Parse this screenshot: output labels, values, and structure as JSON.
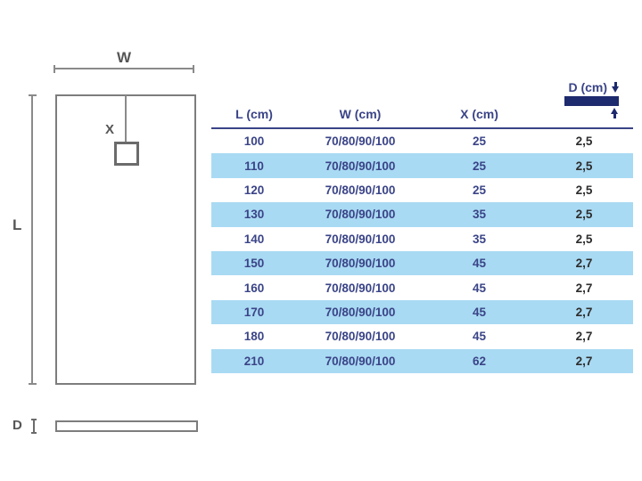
{
  "diagram": {
    "width_label": "W",
    "length_label": "L",
    "drain_offset_label": "X",
    "depth_label": "D"
  },
  "table": {
    "col_l_header": "L (cm)",
    "col_w_header": "W (cm)",
    "col_x_header": "X (cm)",
    "col_d_header": "D (cm)",
    "rows": [
      {
        "l": "100",
        "w": "70/80/90/100",
        "x": "25",
        "d": "2,5"
      },
      {
        "l": "110",
        "w": "70/80/90/100",
        "x": "25",
        "d": "2,5"
      },
      {
        "l": "120",
        "w": "70/80/90/100",
        "x": "25",
        "d": "2,5"
      },
      {
        "l": "130",
        "w": "70/80/90/100",
        "x": "35",
        "d": "2,5"
      },
      {
        "l": "140",
        "w": "70/80/90/100",
        "x": "35",
        "d": "2,5"
      },
      {
        "l": "150",
        "w": "70/80/90/100",
        "x": "45",
        "d": "2,7"
      },
      {
        "l": "160",
        "w": "70/80/90/100",
        "x": "45",
        "d": "2,7"
      },
      {
        "l": "170",
        "w": "70/80/90/100",
        "x": "45",
        "d": "2,7"
      },
      {
        "l": "180",
        "w": "70/80/90/100",
        "x": "45",
        "d": "2,7"
      },
      {
        "l": "210",
        "w": "70/80/90/100",
        "x": "62",
        "d": "2,7"
      }
    ]
  },
  "colors": {
    "navy_text": "#3a4487",
    "dark_navy_bar": "#1e2a6e",
    "stripe_blue": "#a9daf3",
    "depth_value_dark": "#2d2d2d",
    "diagram_line_gray": "#7d7d7d",
    "diagram_label_gray": "#565656"
  }
}
